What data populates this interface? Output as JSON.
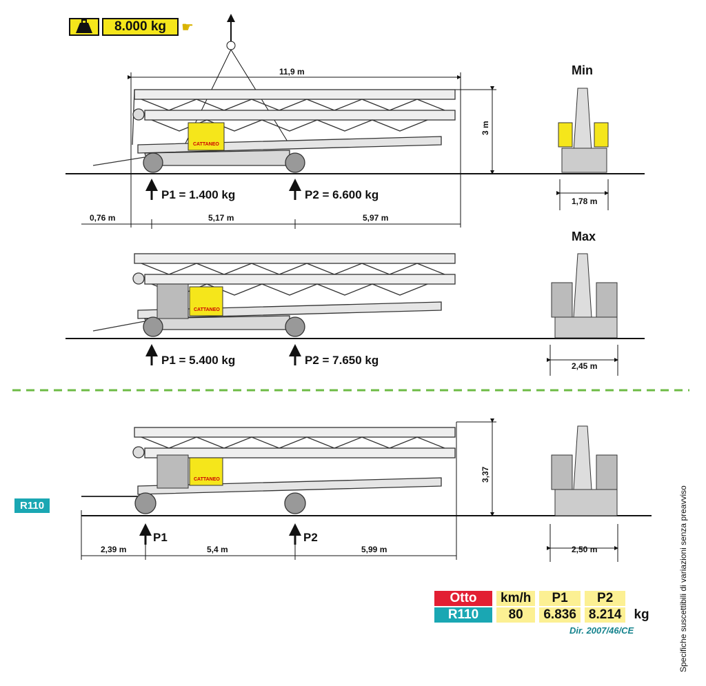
{
  "header": {
    "weight_icon": "weight-icon",
    "max_load": "8.000 kg",
    "hand_icon": "pointing-hand-icon"
  },
  "view_labels": {
    "min": "Min",
    "max": "Max"
  },
  "diagram_min": {
    "total_length": "11,9 m",
    "height": "3 m",
    "width": "1,78 m",
    "p1": "P1 = 1.400 kg",
    "p2": "P2 = 6.600 kg",
    "front_overhang": "0,76 m",
    "axle_distance": "5,17 m",
    "rear_overhang": "5,97 m"
  },
  "diagram_max": {
    "p1": "P1 = 5.400 kg",
    "p2": "P2 = 7.650 kg",
    "width": "2,45 m"
  },
  "diagram_r110": {
    "badge": "R110",
    "height": "3,37",
    "width": "2,50 m",
    "p1": "P1",
    "p2": "P2",
    "front_overhang": "2,39 m",
    "axle_distance": "5,4 m",
    "rear_overhang": "5,99 m"
  },
  "brand_text": "CATTANEO",
  "spec_table": {
    "header": [
      "Otto",
      "km/h",
      "P1",
      "P2",
      ""
    ],
    "row": [
      "R110",
      "80",
      "6.836",
      "8.214",
      "kg"
    ]
  },
  "directive": "Dir. 2007/46/CE",
  "side_note": "Specifiche suscettibili di variazioni senza preavviso",
  "colors": {
    "yellow": "#f5e61b",
    "teal": "#1aa7b3",
    "red": "#e21f33",
    "green_dash": "#6dbb45"
  }
}
